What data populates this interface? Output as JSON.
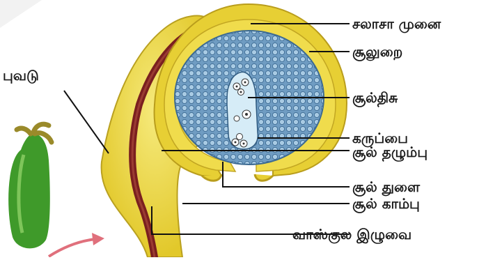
{
  "labels": {
    "funicle_tip": "சலாசா முனை",
    "integument": "சூலுறை",
    "nucellus": "சூல்திசு",
    "embryo_sac": "கருப்பை",
    "ovule_body": "சூல் தழும்பு",
    "micropyle": "சூல் துளை",
    "funicle": "சூல் காம்பு",
    "vascular_strand": "வாஸ்குல இழுவை",
    "partial_left": "புவடு"
  },
  "colors": {
    "integument_fill": "#ead63a",
    "integument_dark": "#c9ac1c",
    "nucellus_fill": "#6f9cc2",
    "vascular": "#7a1f1f",
    "pistil_green": "#3f9a2a",
    "arrow": "#e0707c"
  }
}
